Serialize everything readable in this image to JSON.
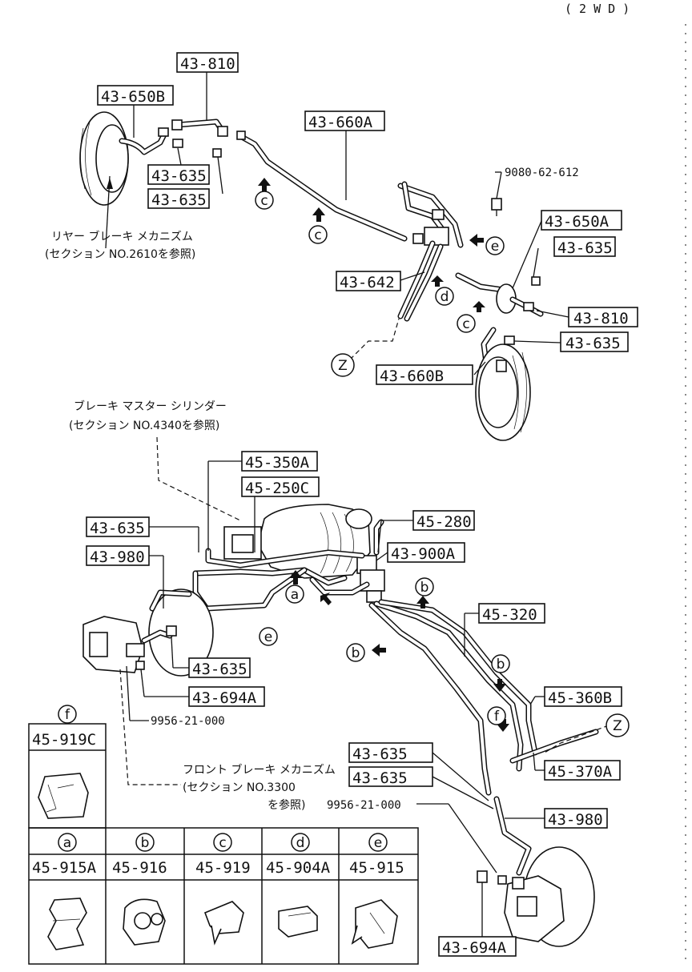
{
  "header": {
    "variant": "( 2 W D )"
  },
  "labels": {
    "p43_810_top": "43-810",
    "p43_650B": "43-650B",
    "p43_660A": "43-660A",
    "p43_635_a": "43-635",
    "p43_635_b": "43-635",
    "p9080": "9080-62-612",
    "p43_650A": "43-650A",
    "p43_635_c": "43-635",
    "p43_642": "43-642",
    "p43_810_right": "43-810",
    "p43_635_d": "43-635",
    "p43_660B": "43-660B",
    "p45_350A": "45-350A",
    "p45_250C": "45-250C",
    "p45_280": "45-280",
    "p43_635_e": "43-635",
    "p43_900A": "43-900A",
    "p43_980_left": "43-980",
    "p45_320": "45-320",
    "p43_635_f": "43-635",
    "p43_694A_left": "43-694A",
    "p9956_left": "9956-21-000",
    "p45_360B": "45-360B",
    "p43_635_g": "43-635",
    "p43_635_h": "43-635",
    "p45_370A": "45-370A",
    "p9956_right": "9956-21-000",
    "p43_980_right": "43-980",
    "p43_694A_right": "43-694A"
  },
  "notes": {
    "rear_brake_line1": "リヤー ブレーキ メカニズム",
    "rear_brake_line2": "(セクション NO.2610を参照)",
    "master_line1": "ブレーキ マスター シリンダー",
    "master_line2": "(セクション NO.4340を参照)",
    "front_brake_line1": "フロント ブレーキ メカニズム",
    "front_brake_line2": "(セクション NO.3300",
    "front_brake_line3": "を参照)"
  },
  "markers": {
    "a": "a",
    "b": "b",
    "c": "c",
    "d": "d",
    "e": "e",
    "f": "f",
    "z": "Z"
  },
  "clip_table": {
    "f": {
      "letter": "f",
      "part": "45-919C"
    },
    "a": {
      "letter": "a",
      "part": "45-915A"
    },
    "b": {
      "letter": "b",
      "part": "45-916"
    },
    "c": {
      "letter": "c",
      "part": "45-919"
    },
    "d": {
      "letter": "d",
      "part": "45-904A"
    },
    "e": {
      "letter": "e",
      "part": "45-915"
    }
  }
}
